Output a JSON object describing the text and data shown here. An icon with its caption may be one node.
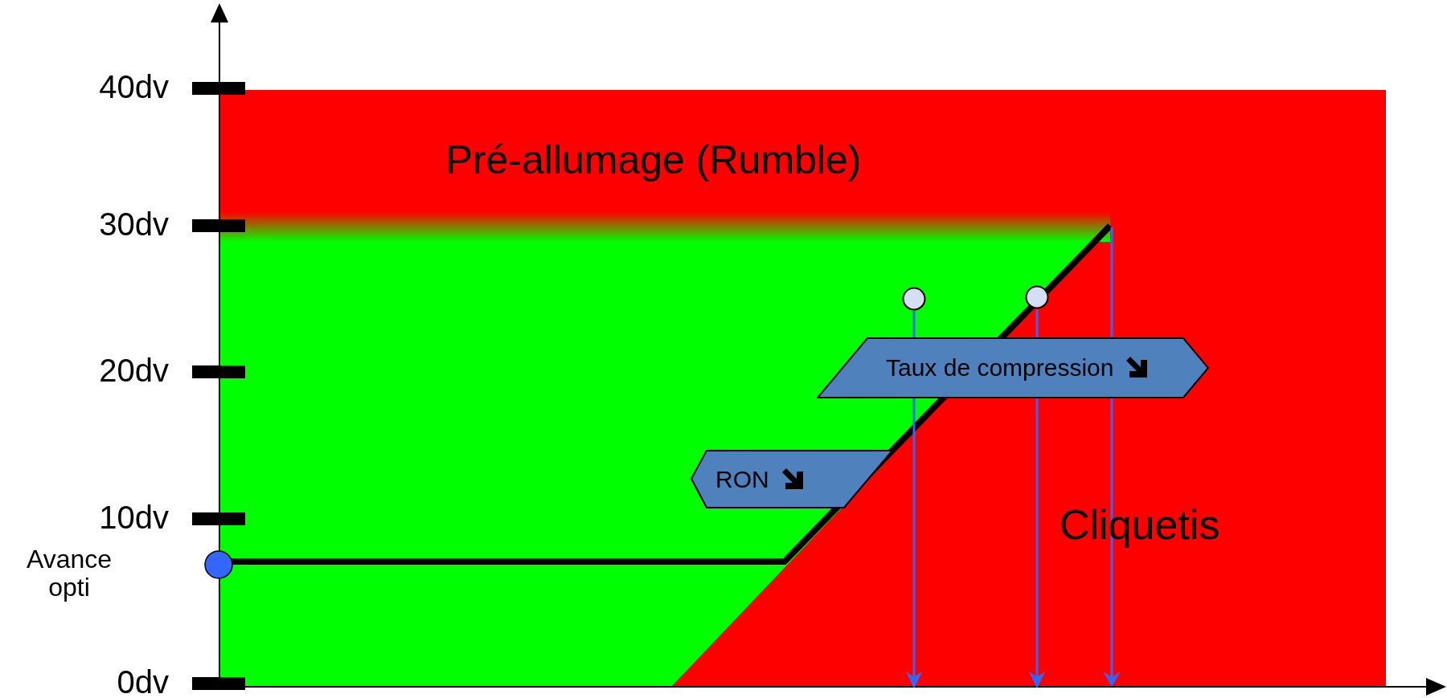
{
  "diagram": {
    "nodes": [
      {
        "text": [],
        "shape": "circle"
      },
      {
        "text": [],
        "shape": "circle"
      },
      {
        "text": [
          "Taux de compression"
        ]
      },
      {
        "text": [
          "RON"
        ]
      }
    ],
    "edges": [
      {
        "from": 0,
        "to": null,
        "arrow": "to"
      },
      {
        "from": 1,
        "to": null,
        "arrow": "to"
      }
    ],
    "labels": [
      "40dv",
      "30dv",
      "Pré-allumage (Rumble)",
      "20dv",
      "10dv",
      "Avance opti",
      "Cliquetis",
      "0dv"
    ]
  }
}
